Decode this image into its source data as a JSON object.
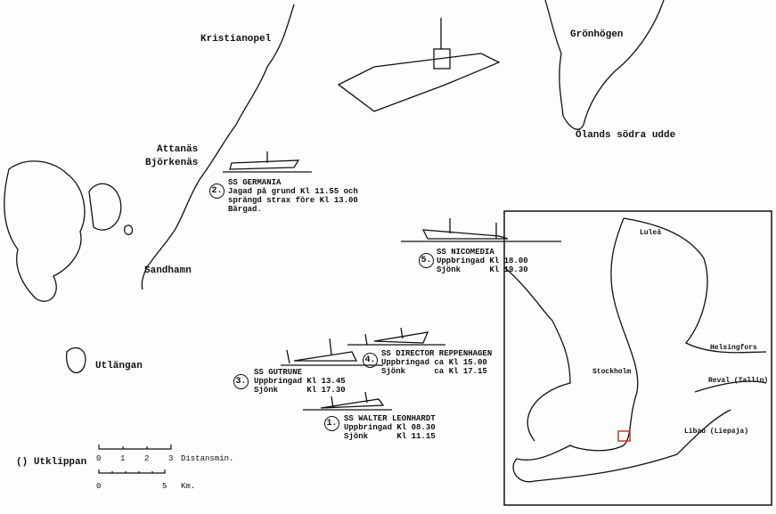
{
  "places": {
    "kristianopel": "Kristianopel",
    "attanas": "Attanäs",
    "bjorkenas": "Björkenäs",
    "sandhamn": "Sandhamn",
    "utlangan": "Utlängan",
    "utklippan": "Utklippan",
    "gronhogen": "Grönhögen",
    "olands_sodra_udde": "Ölands södra udde"
  },
  "ships": [
    {
      "number": "1.",
      "name": "SS WALTER LEONHARDT",
      "line1": "Uppbringad Kl 08.30",
      "line2": "Sjönk      Kl 11.15"
    },
    {
      "number": "2.",
      "name": "SS GERMANIA",
      "line1": "Jagad på grund Kl 11.55 och",
      "line2": "sprängd strax före Kl 13.00",
      "line3": "Bärgad."
    },
    {
      "number": "3.",
      "name": "SS GUTRUNE",
      "line1": "Uppbringad Kl 13.45",
      "line2": "Sjönk      Kl 17.30"
    },
    {
      "number": "4.",
      "name": "SS DIRECTOR REPPENHAGEN",
      "line1": "Uppbringad ca Kl 15.00",
      "line2": "Sjönk      ca Kl 17.15"
    },
    {
      "number": "5.",
      "name": "SS NICOMEDIA",
      "line1": "Uppbringad Kl 18.00",
      "line2": "Sjönk      Kl 19.30"
    }
  ],
  "scale": {
    "nm_ticks": [
      "0",
      "1",
      "2",
      "3"
    ],
    "nm_unit": "Distansmin.",
    "km_ticks": [
      "0",
      "5"
    ],
    "km_unit": "Km."
  },
  "inset": {
    "labels": {
      "lulea": "Luleå",
      "helsingfors": "Helsingfors",
      "stockholm": "Stockholm",
      "reval": "Reval (Tallin)",
      "libau": "Libau (Liepaja)"
    },
    "highlight_color": "#c0392b"
  }
}
